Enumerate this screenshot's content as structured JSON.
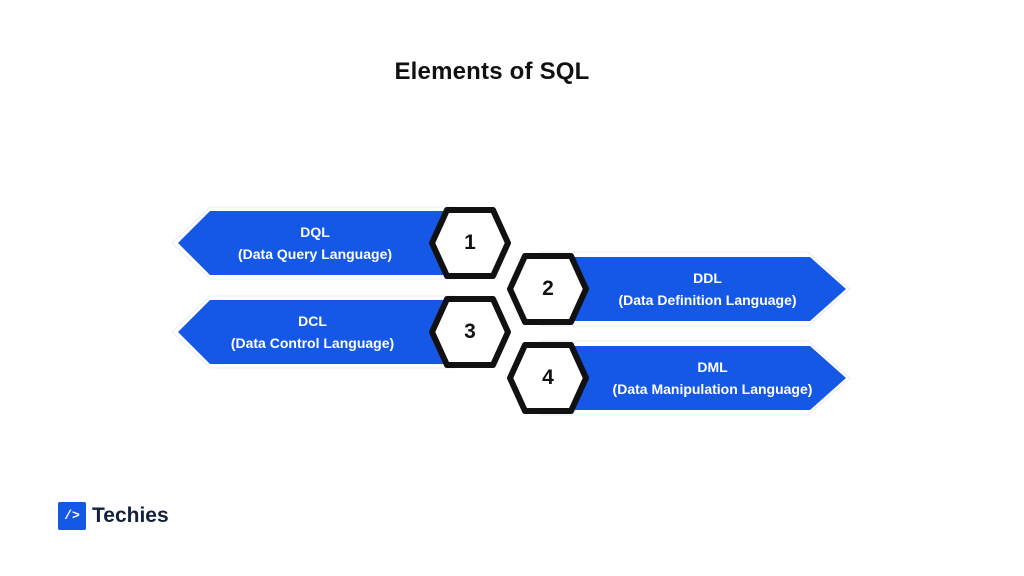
{
  "title": "Elements of SQL",
  "colors": {
    "arrow": "#1558e6",
    "hex_border": "#111111",
    "hex_fill": "#ffffff",
    "text_on_arrow": "#ffffff"
  },
  "elements": [
    {
      "number": "1",
      "abbr": "DQL",
      "full": "(Data Query Language)"
    },
    {
      "number": "2",
      "abbr": "DDL",
      "full": "(Data Definition Language)"
    },
    {
      "number": "3",
      "abbr": "DCL",
      "full": "(Data Control Language)"
    },
    {
      "number": "4",
      "abbr": "DML",
      "full": "(Data Manipulation Language)"
    }
  ],
  "logo": {
    "text": "Techies",
    "mark": "/>",
    "icon": "code-slash-icon"
  }
}
